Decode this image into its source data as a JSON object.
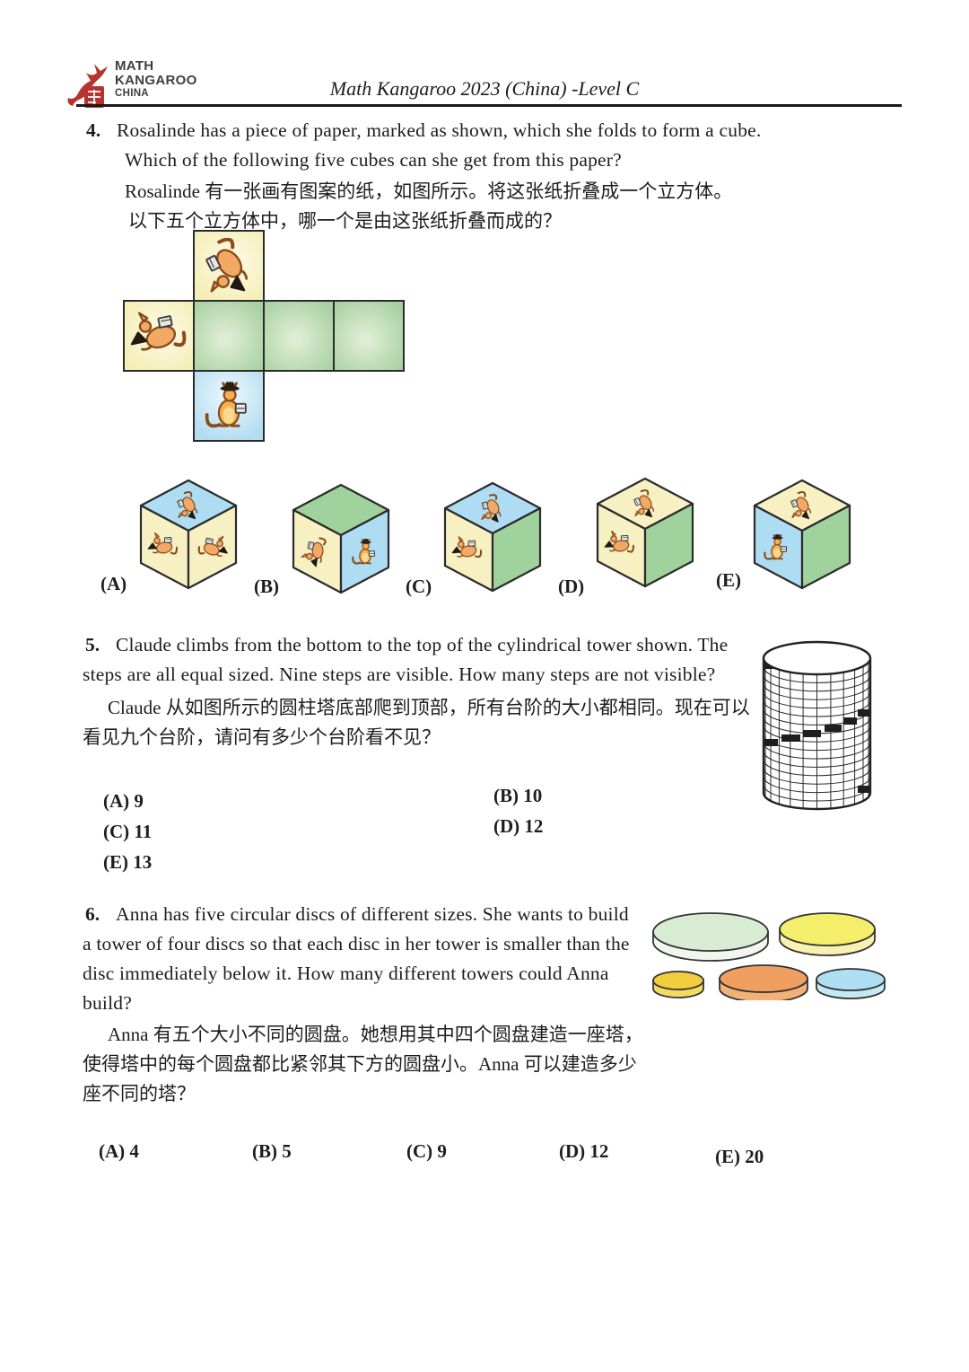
{
  "colors": {
    "accent_red": "#b5342f",
    "ink": "#1d1d1d",
    "net_yellow": "#f4eeb6",
    "net_green": "#a6d0a0",
    "net_blue": "#b2dcf0",
    "kangaroo_orange": "#f2a964",
    "step_black": "#1e1e1e"
  },
  "header": {
    "logo_lines": [
      "MATH",
      "KANGAROO",
      "CHINA"
    ],
    "title": "Math Kangaroo 2023 (China) -Level C"
  },
  "q4": {
    "number": "4.",
    "en_line1": "Rosalinde has a piece of paper, marked as shown, which she folds to form a cube.",
    "en_line2": "Which of the following five cubes can she get from this paper?",
    "zh_line1": "Rosalinde 有一张画有图案的纸，如图所示。将这张纸折叠成一个立方体。",
    "zh_line2": "以下五个立方体中，哪一个是由这张纸折叠而成的？",
    "net": {
      "cells": [
        {
          "pos": "top",
          "color": "#f4eeb6",
          "icon": "kangaroo-lying"
        },
        {
          "pos": "middle-left",
          "color": "#f4eeb6",
          "icon": "kangaroo-reading"
        },
        {
          "pos": "middle-2",
          "color": "#a6d0a0",
          "icon": null
        },
        {
          "pos": "middle-3",
          "color": "#a6d0a0",
          "icon": null
        },
        {
          "pos": "middle-4",
          "color": "#a6d0a0",
          "icon": null
        },
        {
          "pos": "bottom",
          "color": "#b2dcf0",
          "icon": "kangaroo-standing"
        }
      ]
    },
    "cubes": [
      {
        "label": "(A)",
        "top": {
          "color": "#aedcf2",
          "icon": "kangaroo-lying"
        },
        "left": {
          "color": "#f6f0c2",
          "icon": "kangaroo-reading"
        },
        "right": {
          "color": "#f6f0c2",
          "icon": "kangaroo-reading"
        }
      },
      {
        "label": "(B)",
        "top": {
          "color": "#9fd29c",
          "icon": null
        },
        "left": {
          "color": "#f6f0c2",
          "icon": "kangaroo-reading-inverted"
        },
        "right": {
          "color": "#aedcf2",
          "icon": "kangaroo-standing"
        }
      },
      {
        "label": "(C)",
        "top": {
          "color": "#aedcf2",
          "icon": "kangaroo-lying"
        },
        "left": {
          "color": "#f6f0c2",
          "icon": "kangaroo-reading"
        },
        "right": {
          "color": "#9fd29c",
          "icon": null
        }
      },
      {
        "label": "(D)",
        "top": {
          "color": "#f6f0c2",
          "icon": "kangaroo-lying"
        },
        "left": {
          "color": "#f6f0c2",
          "icon": "kangaroo-reading"
        },
        "right": {
          "color": "#9fd29c",
          "icon": null
        }
      },
      {
        "label": "(E)",
        "top": {
          "color": "#f6f0c2",
          "icon": "kangaroo-lying"
        },
        "left": {
          "color": "#aedcf2",
          "icon": "kangaroo-standing"
        },
        "right": {
          "color": "#9fd29c",
          "icon": null
        }
      }
    ]
  },
  "q5": {
    "number": "5.",
    "en_line1": "Claude climbs from the bottom to the top of the cylindrical tower shown.  The",
    "en_line2": "steps are all equal sized.  Nine steps are visible.  How many steps are not visible?",
    "zh_line1": "Claude 从如图所示的圆柱塔底部爬到顶部，所有台阶的大小都相同。现在可以",
    "zh_line2": "看见九个台阶，请问有多少个台阶看不见？",
    "options": [
      {
        "label": "(A)",
        "value": "9"
      },
      {
        "label": "(B)",
        "value": "10"
      },
      {
        "label": "(C)",
        "value": "11"
      },
      {
        "label": "(D)",
        "value": "12"
      },
      {
        "label": "(E)",
        "value": "13"
      }
    ]
  },
  "q6": {
    "number": "6.",
    "en_line1": "Anna has five circular discs of different sizes.  She wants to build",
    "en_line2": "a tower of four discs so that each disc in her tower is smaller than the",
    "en_line3": "disc immediately below it.  How many different towers could Anna",
    "en_line4": "build?",
    "zh_line1": "Anna 有五个大小不同的圆盘。她想用其中四个圆盘建造一座塔，",
    "zh_line2": "使得塔中的每个圆盘都比紧邻其下方的圆盘小。Anna 可以建造多少",
    "zh_line3": "座不同的塔？",
    "discs": [
      {
        "name": "large-green-disc",
        "color": "#d8ecd4",
        "side_color": "#f2f6ee"
      },
      {
        "name": "large-yellow-disc",
        "color": "#f4ee6a",
        "side_color": "#f7f2b2"
      },
      {
        "name": "small-gold-disc",
        "color": "#f2cd3e",
        "side_color": "#f4da62"
      },
      {
        "name": "medium-orange-disc",
        "color": "#efa060",
        "side_color": "#f2b277"
      },
      {
        "name": "medium-blue-disc",
        "color": "#aedff2",
        "side_color": "#c6e9f6"
      }
    ],
    "options": [
      {
        "label": "(A)",
        "value": "4"
      },
      {
        "label": "(B)",
        "value": "5"
      },
      {
        "label": "(C)",
        "value": "9"
      },
      {
        "label": "(D)",
        "value": "12"
      },
      {
        "label": "(E)",
        "value": "20"
      }
    ]
  }
}
